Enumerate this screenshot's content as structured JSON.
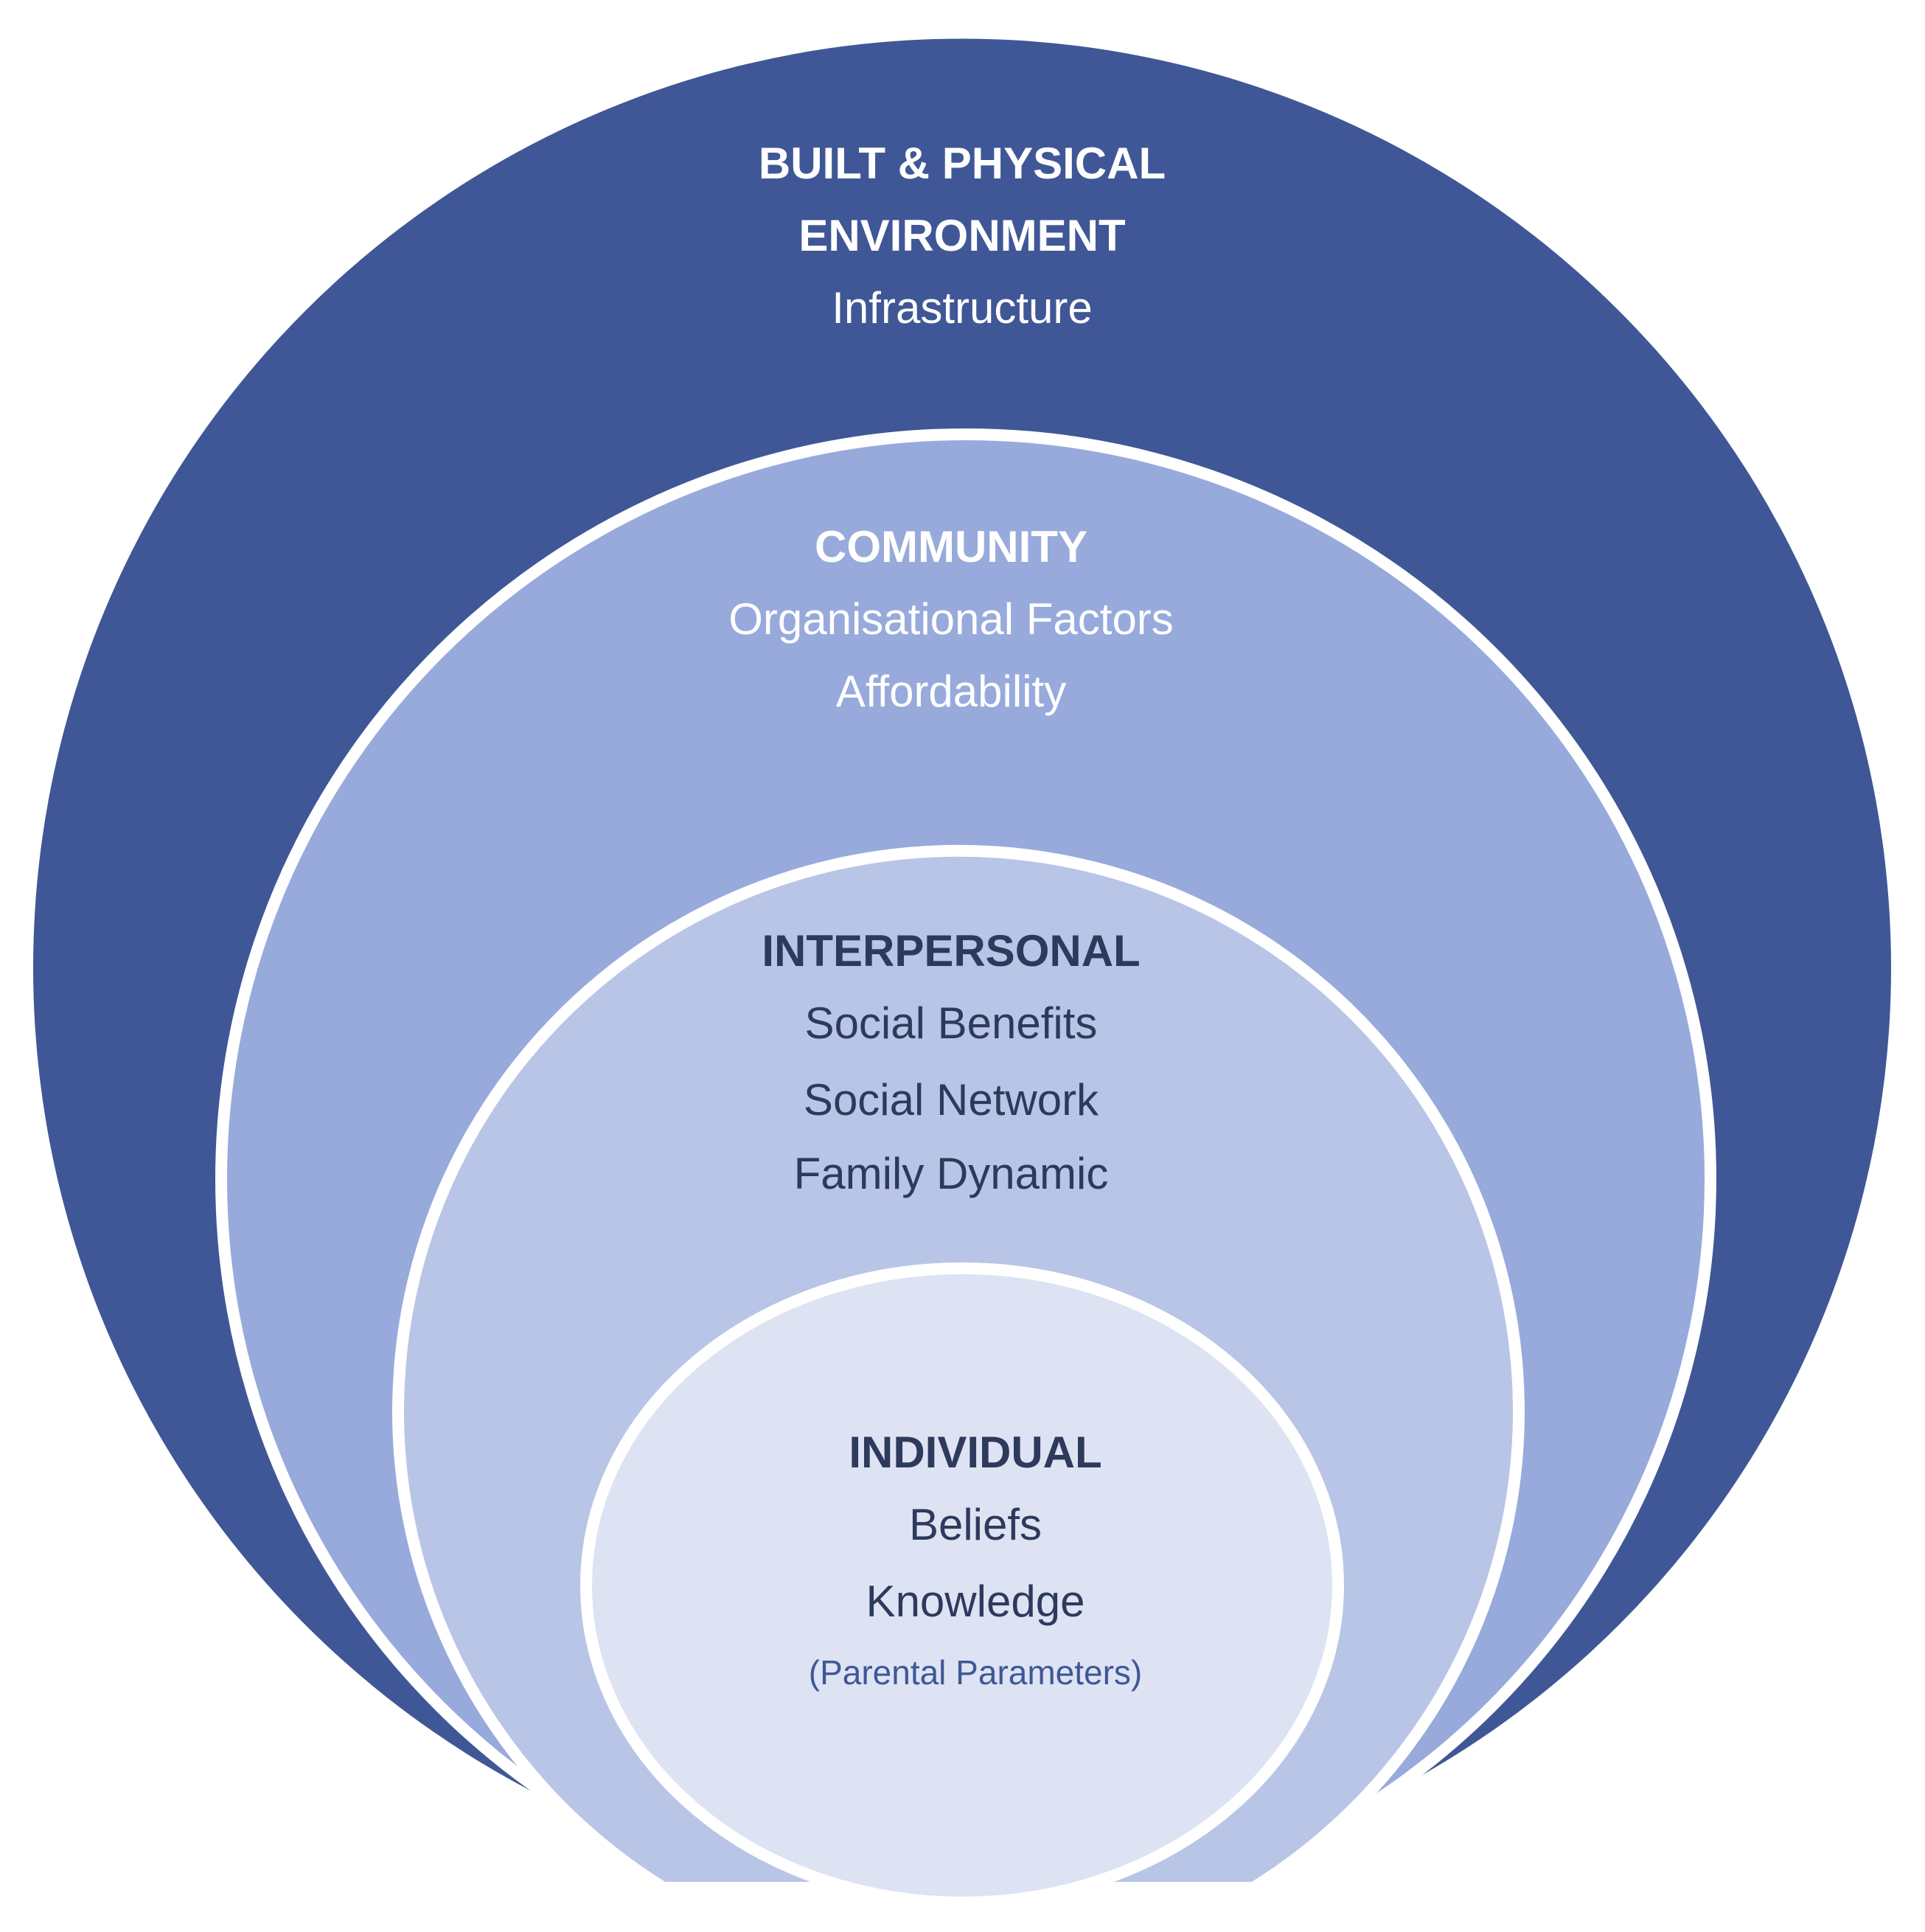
{
  "diagram": {
    "colors": {
      "outer_ring": "#3f5796",
      "community_ring": "#97aadb",
      "interpersonal_ring": "#b8c5e6",
      "individual_core": "#dde3f3",
      "divider": "#ffffff",
      "light_text": "#ffffff",
      "dark_text": "#2e3a5c",
      "note_text": "#3f5796"
    },
    "layers": {
      "built_environment": {
        "heading_line1": "BUILT & PHYSICAL",
        "heading_line2": "ENVIRONMENT",
        "items": [
          "Infrastructure"
        ]
      },
      "community": {
        "heading": "COMMUNITY",
        "items": [
          "Organisational Factors",
          "Affordability"
        ]
      },
      "interpersonal": {
        "heading": "INTERPERSONAL",
        "items": [
          "Social Benefits",
          "Social Network",
          "Family Dynamic"
        ]
      },
      "individual": {
        "heading": "INDIVIDUAL",
        "items": [
          "Beliefs",
          "Knowledge"
        ],
        "note": "(Parental Parameters)"
      }
    }
  }
}
